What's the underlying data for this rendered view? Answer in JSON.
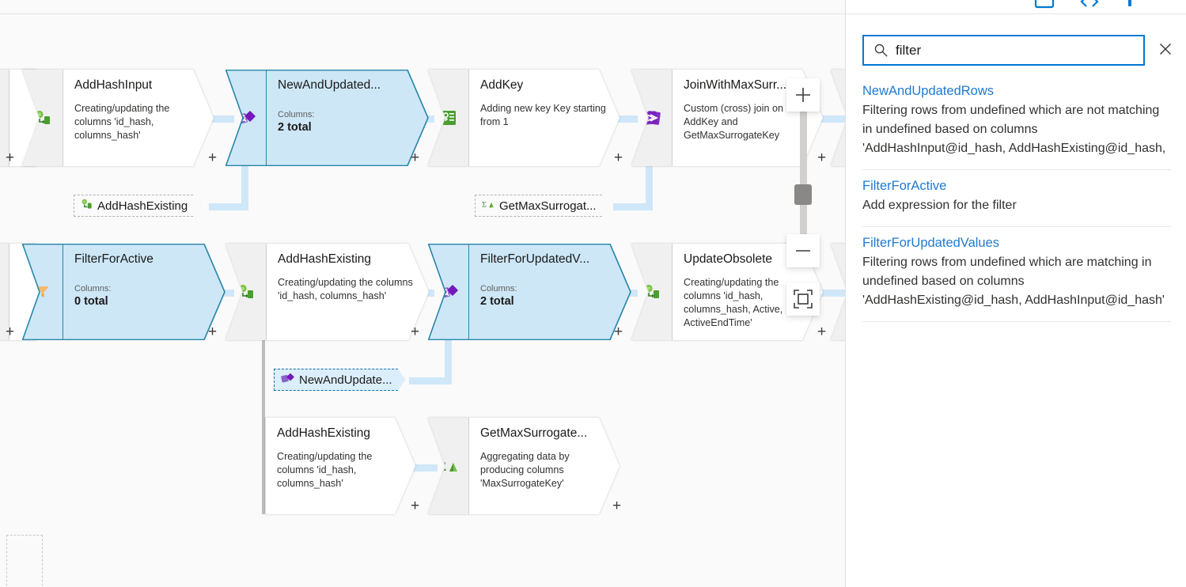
{
  "panel": {
    "top_icons": [
      "rectangle-icon",
      "code-icon",
      "info-icon"
    ],
    "search": {
      "value": "filter",
      "placeholder": "Search",
      "icon": "search-icon",
      "close_icon": "close-icon",
      "close_label": "Close"
    },
    "results": [
      {
        "title": "NewAndUpdatedRows",
        "description": "Filtering rows from undefined which are not matching in undefined based on columns 'AddHashInput@id_hash, AddHashExisting@id_hash,"
      },
      {
        "title": "FilterForActive",
        "description": "Add expression for the filter"
      },
      {
        "title": "FilterForUpdatedValues",
        "description": "Filtering rows from undefined which are matching in undefined based on columns 'AddHashExisting@id_hash, AddHashInput@id_hash'"
      }
    ]
  },
  "canvas": {
    "nodes": [
      {
        "id": "add-hash-input",
        "title": "AddHashInput",
        "description": "Creating/updating the columns 'id_hash, columns_hash'",
        "icon": "derived-column-icon",
        "selected": false,
        "kind": "desc"
      },
      {
        "id": "new-and-updated-rows",
        "title": "NewAndUpdated...",
        "columns_label": "Columns:",
        "columns_value": "2 total",
        "icon": "exists-icon",
        "selected": true,
        "kind": "columns"
      },
      {
        "id": "add-key",
        "title": "AddKey",
        "description": "Adding new key Key starting from 1",
        "icon": "surrogate-key-icon",
        "selected": false,
        "kind": "desc"
      },
      {
        "id": "join-with-max-surrogate",
        "title": "JoinWithMaxSurr...",
        "description": "Custom (cross) join on AddKey and GetMaxSurrogateKey",
        "icon": "join-icon",
        "selected": false,
        "kind": "desc"
      },
      {
        "id": "filter-for-active",
        "title": "FilterForActive",
        "columns_label": "Columns:",
        "columns_value": "0 total",
        "icon": "filter-icon",
        "selected": true,
        "kind": "columns"
      },
      {
        "id": "add-hash-existing",
        "title": "AddHashExisting",
        "description": "Creating/updating the columns 'id_hash, columns_hash'",
        "icon": "derived-column-icon",
        "selected": false,
        "kind": "desc"
      },
      {
        "id": "filter-for-updated-values",
        "title": "FilterForUpdatedV...",
        "columns_label": "Columns:",
        "columns_value": "2 total",
        "icon": "exists-icon",
        "selected": true,
        "kind": "columns"
      },
      {
        "id": "update-obsolete",
        "title": "UpdateObsolete",
        "description": "Creating/updating the columns 'id_hash, columns_hash, Active, ActiveEndTime'",
        "icon": "derived-column-icon",
        "selected": false,
        "kind": "desc"
      },
      {
        "id": "add-hash-existing-2",
        "title": "AddHashExisting",
        "description": "Creating/updating the columns 'id_hash, columns_hash'",
        "icon": "derived-column-icon",
        "selected": false,
        "kind": "desc"
      },
      {
        "id": "get-max-surrogate-key",
        "title": "GetMaxSurrogate...",
        "description": "Aggregating data by producing columns 'MaxSurrogateKey'",
        "icon": "aggregate-icon",
        "selected": false,
        "kind": "desc"
      }
    ],
    "ref_chips": [
      {
        "id": "ref-add-hash-existing",
        "label": "AddHashExisting",
        "icon": "derived-column-icon",
        "active": false
      },
      {
        "id": "ref-get-max-surrogate",
        "label": "GetMaxSurrogat...",
        "icon": "aggregate-icon",
        "active": false
      },
      {
        "id": "ref-new-and-updated",
        "label": "NewAndUpdate...",
        "icon": "exists-icon",
        "active": true
      }
    ],
    "plus_handles": [
      "+",
      "+",
      "+",
      "+",
      "+",
      "+",
      "+",
      "+",
      "+",
      "+",
      "+",
      "+",
      "+",
      "+"
    ],
    "controls": {
      "zoom_in": "+",
      "zoom_out": "—",
      "fit_to_screen": "fit-to-screen-icon"
    }
  },
  "colors": {
    "accent": "#0078d4",
    "link": "#1f7ad1",
    "node_selected_fill": "#cde7f7",
    "node_selected_border": "#2a85a8",
    "connector": "#cfe7f8"
  }
}
